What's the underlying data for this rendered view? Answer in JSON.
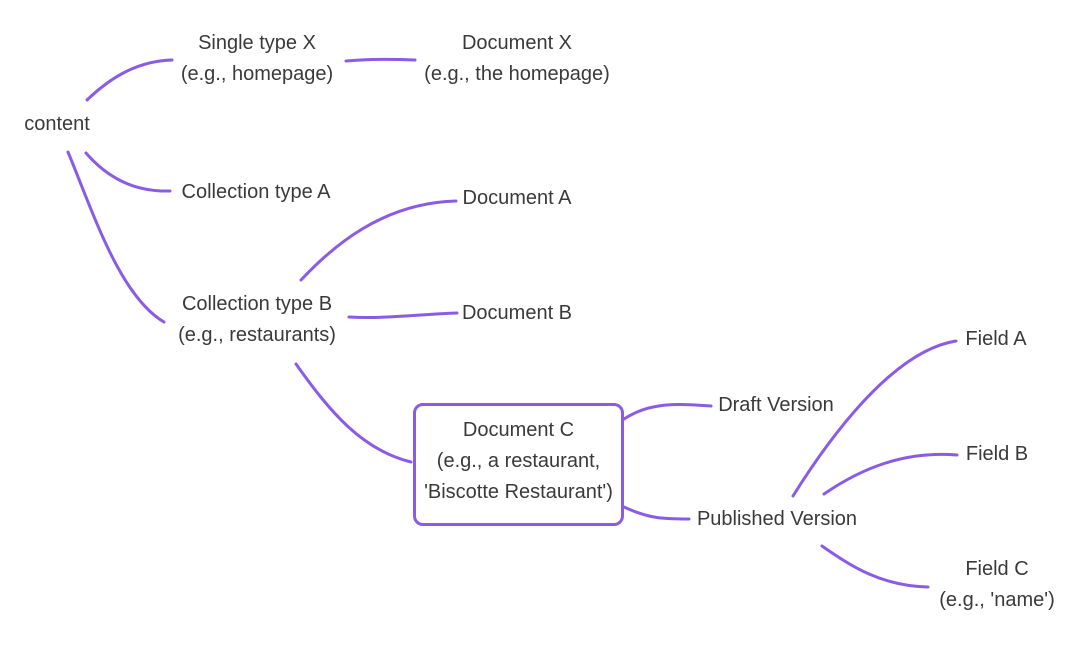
{
  "diagram_type": "mindmap",
  "colors": {
    "edge": "#8a5ce6",
    "box_border": "#8a5ce6",
    "text": "#3a3a3a",
    "background": "#ffffff"
  },
  "nodes": {
    "content": {
      "label": "content"
    },
    "single_type_x": {
      "label": "Single type X",
      "sublabel": "(e.g., homepage)"
    },
    "document_x": {
      "label": "Document X",
      "sublabel": "(e.g., the homepage)"
    },
    "collection_type_a": {
      "label": "Collection type A"
    },
    "collection_type_b": {
      "label": "Collection type B",
      "sublabel": "(e.g., restaurants)"
    },
    "document_a": {
      "label": "Document A"
    },
    "document_b": {
      "label": "Document B"
    },
    "document_c": {
      "label": "Document C",
      "sublabel": "(e.g., a restaurant,",
      "sublabel2": "'Biscotte Restaurant')"
    },
    "draft_version": {
      "label": "Draft Version"
    },
    "published_version": {
      "label": "Published Version"
    },
    "field_a": {
      "label": "Field A"
    },
    "field_b": {
      "label": "Field B"
    },
    "field_c": {
      "label": "Field C",
      "sublabel": "(e.g., 'name')"
    }
  },
  "edges": [
    {
      "from": "content",
      "to": "single_type_x"
    },
    {
      "from": "single_type_x",
      "to": "document_x"
    },
    {
      "from": "content",
      "to": "collection_type_a"
    },
    {
      "from": "content",
      "to": "collection_type_b"
    },
    {
      "from": "collection_type_b",
      "to": "document_a"
    },
    {
      "from": "collection_type_b",
      "to": "document_b"
    },
    {
      "from": "collection_type_b",
      "to": "document_c"
    },
    {
      "from": "document_c",
      "to": "draft_version"
    },
    {
      "from": "document_c",
      "to": "published_version"
    },
    {
      "from": "published_version",
      "to": "field_a"
    },
    {
      "from": "published_version",
      "to": "field_b"
    },
    {
      "from": "published_version",
      "to": "field_c"
    }
  ]
}
